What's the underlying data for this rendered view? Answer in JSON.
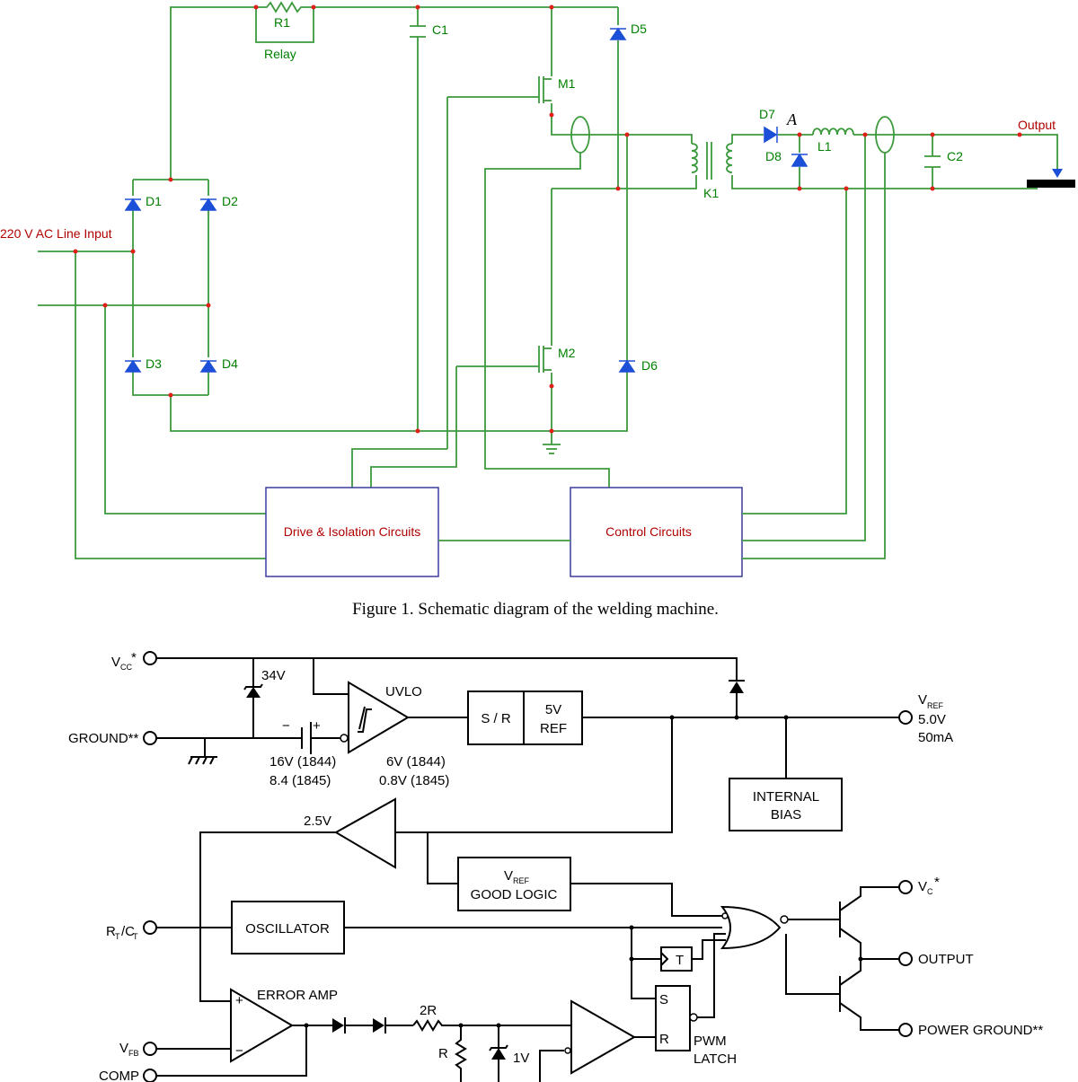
{
  "figure1": {
    "caption": "Figure 1.  Schematic diagram of the welding machine.",
    "components": {
      "r1": "R1",
      "relay": "Relay",
      "c1": "C1",
      "d5": "D5",
      "m1": "M1",
      "d1": "D1",
      "d2": "D2",
      "line_input": "220 V AC Line Input",
      "d3": "D3",
      "d4": "D4",
      "m2": "M2",
      "d6": "D6",
      "d7": "D7",
      "node_a": "A",
      "l1": "L1",
      "d8": "D8",
      "k1": "K1",
      "c2": "C2",
      "output": "Output"
    },
    "blocks": {
      "drive": "Drive & Isolation Circuits",
      "control": "Control Circuits"
    }
  },
  "figure2": {
    "pins": {
      "vcc": "V",
      "vcc_sub": "CC",
      "vcc_sup": "*",
      "ground": "GROUND**",
      "rtct": "R",
      "rtct_sub1": "T",
      "rtct_mid": "/C",
      "rtct_sub2": "T",
      "vfb": "V",
      "vfb_sub": "FB",
      "comp": "COMP",
      "vref": "V",
      "vref_sub": "REF",
      "vref_val": "5.0V",
      "vref_cur": "50mA",
      "vc": "V",
      "vc_sub": "C",
      "vc_sup": "*",
      "output": "OUTPUT",
      "power_ground": "POWER GROUND**"
    },
    "labels": {
      "zener34": "34V",
      "uvlo": "UVLO",
      "sr": "S / R",
      "ref5v_a": "5V",
      "ref5v_b": "REF",
      "uvlo_on_a": "16V (1844)",
      "uvlo_on_b": "8.4 (1845)",
      "uvlo_off_a": "6V (1844)",
      "uvlo_off_b": "0.8V (1845)",
      "minus": "−",
      "plus": "+",
      "internal_bias_a": "INTERNAL",
      "internal_bias_b": "BIAS",
      "v25": "2.5V",
      "good_v": "V",
      "good_sub": "REF",
      "good_logic": "GOOD LOGIC",
      "oscillator": "OSCILLATOR",
      "toggle": "T",
      "error_amp": "ERROR AMP",
      "ea_plus": "+",
      "ea_minus": "−",
      "r2r": "2R",
      "r1r": "R",
      "v1": "1V",
      "latch_s": "S",
      "latch_r": "R",
      "pwm_a": "PWM",
      "pwm_b": "LATCH"
    }
  }
}
